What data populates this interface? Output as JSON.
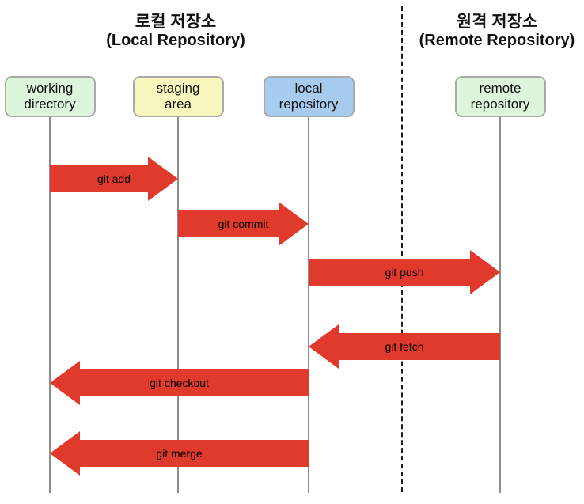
{
  "diagram": {
    "titles": {
      "local": {
        "line1": "로컬 저장소",
        "line2": "(Local Repository)"
      },
      "remote": {
        "line1": "원격 저장소",
        "line2": "(Remote Repository)"
      }
    },
    "columns": [
      {
        "id": "working",
        "label_line1": "working",
        "label_line2": "directory",
        "fill": "#dcf5db"
      },
      {
        "id": "staging",
        "label_line1": "staging",
        "label_line2": "area",
        "fill": "#f7f7be"
      },
      {
        "id": "local",
        "label_line1": "local",
        "label_line2": "repository",
        "fill": "#a8cbf0"
      },
      {
        "id": "remote",
        "label_line1": "remote",
        "label_line2": "repository",
        "fill": "#dcf5db"
      }
    ],
    "arrows": [
      {
        "label": "git add",
        "from": "working",
        "to": "staging",
        "direction": "right"
      },
      {
        "label": "git commit",
        "from": "staging",
        "to": "local",
        "direction": "right"
      },
      {
        "label": "git push",
        "from": "local",
        "to": "remote",
        "direction": "right"
      },
      {
        "label": "git fetch",
        "from": "remote",
        "to": "local",
        "direction": "left"
      },
      {
        "label": "git checkout",
        "from": "local",
        "to": "working",
        "direction": "left"
      },
      {
        "label": "git merge",
        "from": "local",
        "to": "working",
        "direction": "left"
      }
    ],
    "colors": {
      "arrow": "#e03a2d",
      "box_border": "#a9a9a9",
      "lifeline": "#8c8c8c",
      "separator": "#1c1c1c"
    }
  }
}
